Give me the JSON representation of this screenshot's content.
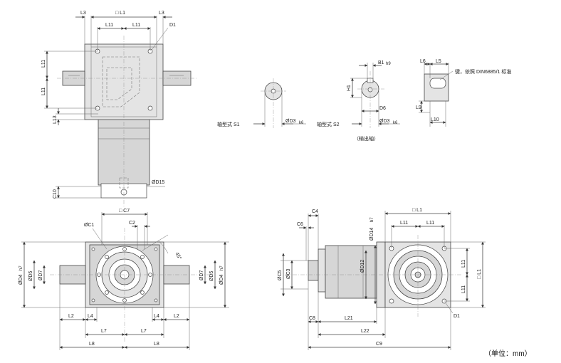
{
  "top_view": {
    "dims": [
      "L3",
      "□ L1",
      "L3",
      "L11",
      "L11",
      "D1",
      "L11",
      "L11",
      "L13",
      "C10",
      "ØD15"
    ]
  },
  "shaft_s1": {
    "title": "轴型式 S1",
    "dia": "ØD3",
    "tol": "k6"
  },
  "shaft_s2": {
    "title": "轴型式 S2",
    "subtitle": "（输出轴）",
    "b1": "B1",
    "b1_tol": "h9",
    "h1": "H1",
    "d6": "D6",
    "dia": "ØD3",
    "tol": "k6"
  },
  "key_detail": {
    "l6": "L6",
    "l5": "L5",
    "note": "键，依照 DIN6885/1 标准",
    "l9": "L9",
    "l10": "L10"
  },
  "front_view": {
    "dims": [
      "□ C7",
      "ØC1",
      "C2",
      "45°",
      "ØD4",
      "h7",
      "ØD5",
      "ØD7",
      "ØD7",
      "ØD5",
      "ØD4",
      "h7",
      "L2",
      "L4",
      "L4",
      "L2",
      "L7",
      "L7",
      "L8",
      "L8"
    ]
  },
  "side_view": {
    "dims": [
      "C4",
      "C6",
      "□ L1",
      "L11",
      "L11",
      "ØD14",
      "h7",
      "ØD12",
      "ØC5",
      "ØC3",
      "L11",
      "L11",
      "□ L1",
      "C8",
      "L21",
      "L22",
      "D1",
      "C9"
    ]
  },
  "unit": "（单位：mm）"
}
